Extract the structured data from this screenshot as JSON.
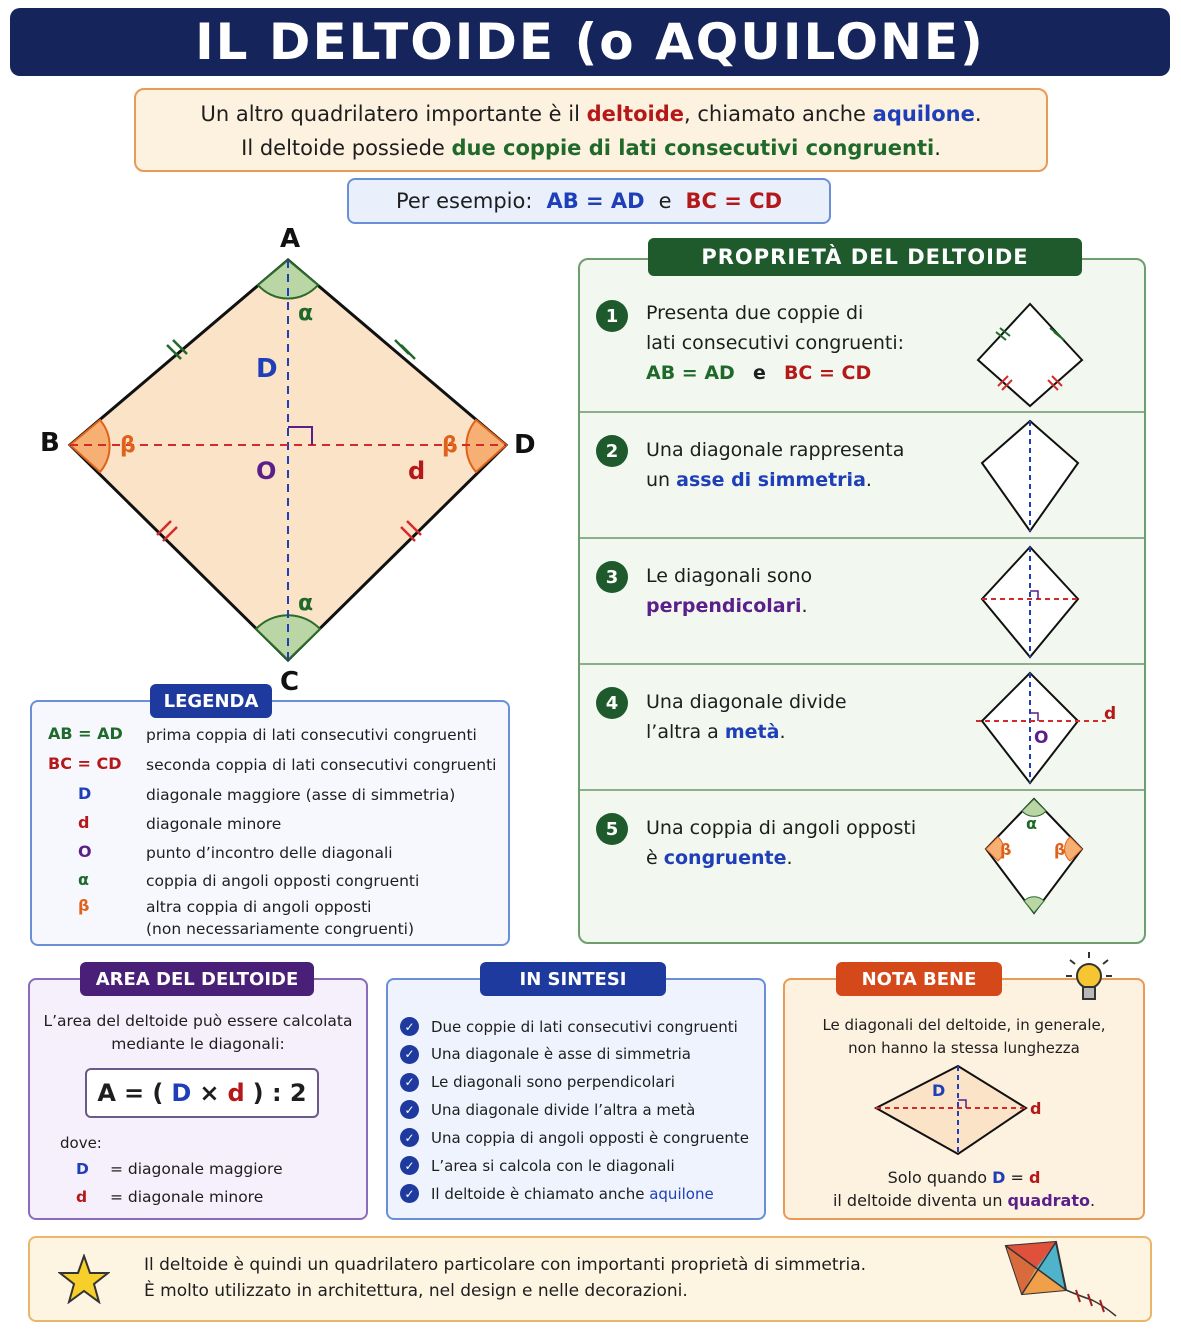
{
  "title": "IL DELTOIDE (o AQUILONE)",
  "intro": {
    "line1_pre": "Un altro quadrilatero importante è il ",
    "line1_deltoide": "deltoide",
    "line1_mid": ", chiamato anche ",
    "line1_aquilone": "aquilone",
    "line1_end": ".",
    "line2_pre": "Il deltoide possiede ",
    "line2_highlight": "due coppie di lati consecutivi congruenti",
    "line2_end": "."
  },
  "example": {
    "label": "Per esempio:",
    "eq1": "AB = AD",
    "conj": "e",
    "eq2": "BC = CD"
  },
  "figure": {
    "A": "A",
    "B": "B",
    "C": "C",
    "D": "D",
    "O": "O",
    "diag_major": "D",
    "diag_minor": "d",
    "alpha": "α",
    "beta": "β"
  },
  "properties": {
    "header": "PROPRIETÀ DEL DELTOIDE",
    "items": [
      {
        "num": "1",
        "line1": "Presenta due coppie di",
        "line2": "lati consecutivi congruenti:",
        "eq1": "AB = AD",
        "conj": "e",
        "eq2": "BC = CD"
      },
      {
        "num": "2",
        "line1": "Una diagonale rappresenta",
        "line2_pre": "un ",
        "line2_hl": "asse di simmetria",
        "line2_end": "."
      },
      {
        "num": "3",
        "line1": "Le diagonali sono",
        "line2_hl": "perpendicolari",
        "line2_end": "."
      },
      {
        "num": "4",
        "line1": "Una diagonale divide",
        "line2_pre": "l’altra a ",
        "line2_hl": "metà",
        "line2_end": ".",
        "fig_O": "O",
        "fig_d": "d"
      },
      {
        "num": "5",
        "line1": "Una coppia di angoli opposti",
        "line2_pre": "è ",
        "line2_hl": "congruente",
        "line2_end": ".",
        "fig_alpha": "α",
        "fig_beta": "β"
      }
    ]
  },
  "legend": {
    "header": "LEGENDA",
    "items": [
      {
        "key": "AB = AD",
        "desc": "prima coppia di lati consecutivi congruenti",
        "color": "#1f6a2a"
      },
      {
        "key": "BC = CD",
        "desc": "seconda coppia di lati consecutivi congruenti",
        "color": "#b51818"
      },
      {
        "key": "D",
        "desc": "diagonale maggiore (asse di simmetria)",
        "color": "#1f3fb8"
      },
      {
        "key": "d",
        "desc": "diagonale minore",
        "color": "#b51818"
      },
      {
        "key": "O",
        "desc": "punto d’incontro delle diagonali",
        "color": "#5a1f8a"
      },
      {
        "key": "α",
        "desc": "coppia di angoli opposti congruenti",
        "color": "#1f6a2a"
      },
      {
        "key": "β",
        "desc": "altra coppia di angoli opposti",
        "desc2": "(non necessariamente congruenti)",
        "color": "#e0621a"
      }
    ]
  },
  "area": {
    "header": "AREA DEL DELTOIDE",
    "text1": "L’area del deltoide può essere calcolata",
    "text2": "mediante le diagonali:",
    "formula_A": "A",
    "formula_eq": "= (",
    "formula_D": "D",
    "formula_x": "×",
    "formula_d": "d",
    "formula_end": ") : 2",
    "where": "dove:",
    "def_D_key": "D",
    "def_D": "= diagonale maggiore",
    "def_d_key": "d",
    "def_d": "= diagonale minore"
  },
  "summary": {
    "header": "IN SINTESI",
    "items": [
      "Due coppie di lati consecutivi congruenti",
      "Una diagonale è asse di simmetria",
      "Le diagonali sono perpendicolari",
      "Una diagonale divide l’altra a metà",
      "Una coppia di angoli opposti è congruente",
      "L’area si calcola con le diagonali"
    ],
    "last_pre": "Il deltoide è chiamato anche ",
    "last_hl": "aquilone"
  },
  "note": {
    "header": "NOTA BENE",
    "text1": "Le diagonali del deltoide, in generale,",
    "text2": "non hanno la stessa lunghezza",
    "fig_D": "D",
    "fig_d": "d",
    "foot1_pre": "Solo quando ",
    "foot1_D": "D",
    "foot1_eq": " = ",
    "foot1_d": "d",
    "foot2_pre": "il deltoide diventa un ",
    "foot2_hl": "quadrato",
    "foot2_end": "."
  },
  "bottom": {
    "line1": "Il deltoide è quindi un quadrilatero particolare con importanti proprietà di simmetria.",
    "line2": "È molto utilizzato in architettura, nel design e nelle decorazioni."
  },
  "colors": {
    "navy": "#15245a",
    "green": "#1e5a2c",
    "blue": "#1f3fb8",
    "red": "#b51818",
    "purple": "#5a1f8a",
    "orange": "#e0621a",
    "fill": "#fbe3c7"
  }
}
